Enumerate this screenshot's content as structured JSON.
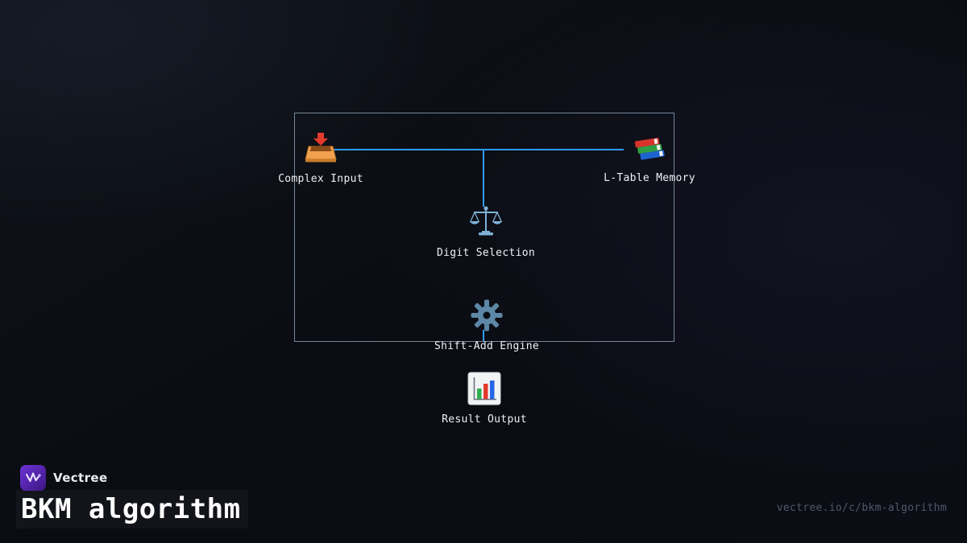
{
  "diagram": {
    "frame_color": "#77879a",
    "edge_color": "#2d9cf2",
    "nodes": [
      {
        "label": "Complex Input",
        "icon": "inbox-tray-icon"
      },
      {
        "label": "L-Table Memory",
        "icon": "books-icon"
      },
      {
        "label": "Digit Selection",
        "icon": "balance-scale-icon"
      },
      {
        "label": "Shift-Add Engine",
        "icon": "gear-icon"
      },
      {
        "label": "Result Output",
        "icon": "bar-chart-icon"
      }
    ]
  },
  "footer": {
    "brand": "Vectree",
    "title": "BKM algorithm",
    "url": "vectree.io/c/bkm-algorithm",
    "accent_color": "#6d33d8"
  }
}
